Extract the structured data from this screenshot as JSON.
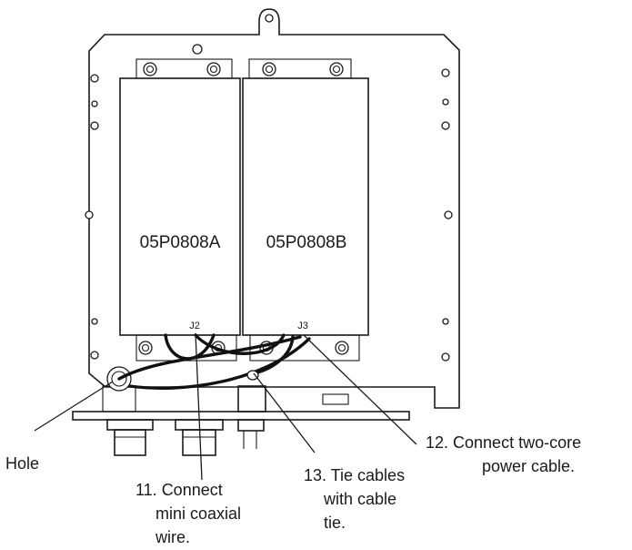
{
  "modules": {
    "left": "05P0808A",
    "right": "05P0808B"
  },
  "connectors": {
    "j2": "J2",
    "j3": "J3"
  },
  "callouts": {
    "hole": "Hole",
    "step11": [
      "11. Connect",
      "mini coaxial",
      "wire."
    ],
    "step12": [
      "12. Connect two-core",
      "power cable."
    ],
    "step13": [
      "13. Tie cables",
      "with cable",
      "tie."
    ]
  }
}
